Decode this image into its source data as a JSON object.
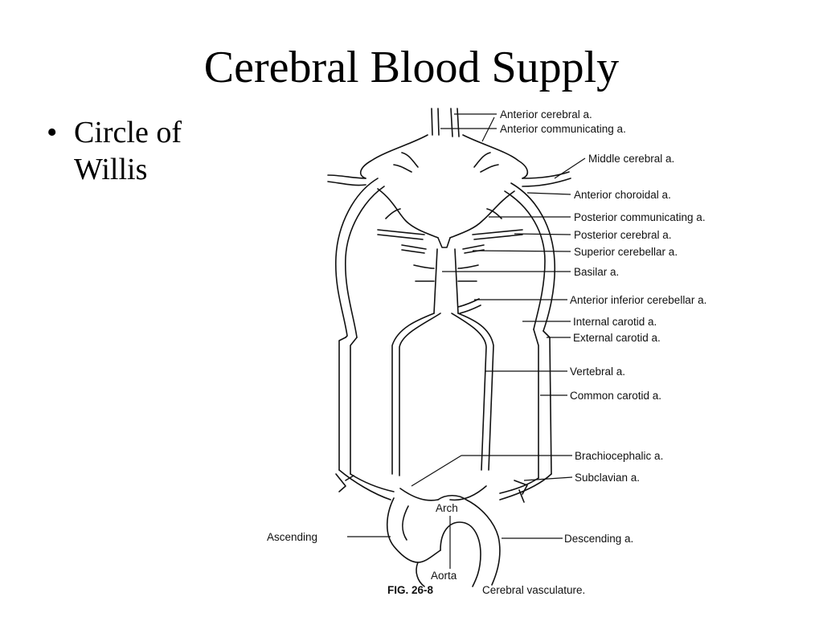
{
  "slide": {
    "title": "Cerebral Blood Supply",
    "bullets": [
      "Circle of Willis"
    ]
  },
  "diagram": {
    "labels": {
      "anterior_cerebral": "Anterior cerebral a.",
      "anterior_communicating": "Anterior communicating a.",
      "middle_cerebral": "Middle cerebral a.",
      "anterior_choroidal": "Anterior choroidal a.",
      "posterior_communicating": "Posterior communicating a.",
      "posterior_cerebral": "Posterior cerebral a.",
      "superior_cerebellar": "Superior cerebellar a.",
      "basilar": "Basilar a.",
      "anterior_inferior_cerebellar": "Anterior inferior cerebellar a.",
      "internal_carotid": "Internal carotid a.",
      "external_carotid": "External carotid a.",
      "vertebral": "Vertebral a.",
      "common_carotid": "Common carotid a.",
      "brachiocephalic": "Brachiocephalic a.",
      "subclavian": "Subclavian a.",
      "arch": "Arch",
      "ascending": "Ascending",
      "descending": "Descending a.",
      "aorta": "Aorta"
    },
    "caption": {
      "figure_number": "FIG. 26-8",
      "text": "Cerebral vasculature."
    }
  }
}
